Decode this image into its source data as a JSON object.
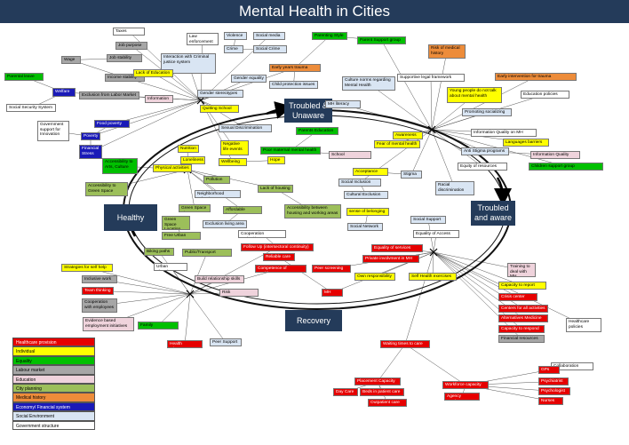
{
  "title": "Mental Health in Cities",
  "colors": {
    "red": "#e60000",
    "yellow": "#ffff00",
    "green": "#00c000",
    "gray": "#a6a6a6",
    "pink": "#efd3dc",
    "olive": "#9cbf5a",
    "orange": "#ed8c3a",
    "blue": "#1a1ab8",
    "lightblue": "#d9e5f3",
    "white": "#ffffff",
    "navy": "#243b5a"
  },
  "phases": {
    "troubled_unaware": "Troubled & Unaware",
    "troubled_aware": "Troubled and aware",
    "recovery": "Recovery",
    "healthy": "Healthy"
  },
  "legend": [
    {
      "label": "Healthcare provision",
      "color": "red"
    },
    {
      "label": "Individual",
      "color": "yellow"
    },
    {
      "label": "Equality",
      "color": "green"
    },
    {
      "label": "Labour market",
      "color": "gray"
    },
    {
      "label": "Education",
      "color": "pink"
    },
    {
      "label": "City planning",
      "color": "olive"
    },
    {
      "label": "Medical history",
      "color": "orange"
    },
    {
      "label": "Economy/ Financial system",
      "color": "blue"
    },
    {
      "label": "Social Environment",
      "color": "lightblue"
    },
    {
      "label": "Government structure",
      "color": "white"
    }
  ],
  "nodes": {
    "taxes": {
      "label": "Taxes",
      "color": "white"
    },
    "law_enforcement": {
      "label": "Law enforcement",
      "color": "white"
    },
    "violence": {
      "label": "Violence",
      "color": "lightblue"
    },
    "social_media": {
      "label": "Social media",
      "color": "lightblue"
    },
    "crime": {
      "label": "Crime",
      "color": "lightblue"
    },
    "social_crime": {
      "label": "Social Crime",
      "color": "lightblue"
    },
    "parenting_style": {
      "label": "Parenting Style",
      "color": "green"
    },
    "parent_support": {
      "label": "Parent Support group",
      "color": "green"
    },
    "risk_medical": {
      "label": "Risk of medical history",
      "color": "orange"
    },
    "job_purpose": {
      "label": "Job purpose",
      "color": "gray"
    },
    "job_stability": {
      "label": "Job stability",
      "color": "gray"
    },
    "wage": {
      "label": "Wage",
      "color": "gray"
    },
    "income_stability": {
      "label": "Income stability",
      "color": "gray"
    },
    "interaction_criminal": {
      "label": "Interaction with Criminal justice system",
      "color": "lightblue"
    },
    "early_trauma": {
      "label": "Early years trauma",
      "color": "orange"
    },
    "early_intervention": {
      "label": "Early intervention for trauma",
      "color": "orange"
    },
    "parental_leave": {
      "label": "Parental leave",
      "color": "green"
    },
    "welfare": {
      "label": "Welfare",
      "color": "blue"
    },
    "lack_education": {
      "label": "Lack of Education",
      "color": "yellow"
    },
    "gender_equality": {
      "label": "Gender equality",
      "color": "lightblue"
    },
    "child_protection": {
      "label": "Child protection issues",
      "color": "lightblue"
    },
    "culture_norms": {
      "label": "Culture norms regarding Mental Health",
      "color": "lightblue"
    },
    "supportive_legal": {
      "label": "Supportive legal framework",
      "color": "white"
    },
    "exclusion_labor": {
      "label": "Exclusion from Labor Market",
      "color": "gray"
    },
    "information": {
      "label": "Information",
      "color": "pink"
    },
    "gender_stereotypes": {
      "label": "Gender stereotypes",
      "color": "lightblue"
    },
    "young_people": {
      "label": "Young people do not talk about mental health",
      "color": "yellow"
    },
    "education_policies": {
      "label": "Education policies",
      "color": "white"
    },
    "social_security": {
      "label": "Social Security System",
      "color": "white"
    },
    "quitting_school": {
      "label": "Quitting School",
      "color": "yellow"
    },
    "mh_literacy": {
      "label": "MH literacy",
      "color": "lightblue"
    },
    "promoting_socializing": {
      "label": "Promoting socializing",
      "color": "lightblue"
    },
    "gov_support": {
      "label": "Government support for Innovation",
      "color": "white"
    },
    "food_poverty": {
      "label": "Food poverty",
      "color": "blue"
    },
    "sexual_discrimination": {
      "label": "Sexual Discrimination",
      "color": "lightblue"
    },
    "parents_education": {
      "label": "Parents Education",
      "color": "green"
    },
    "info_quality_mh": {
      "label": "Information Quality on MH",
      "color": "white"
    },
    "poverty": {
      "label": "Poverty",
      "color": "blue"
    },
    "awareness": {
      "label": "Awareness",
      "color": "yellow"
    },
    "languages_barriers": {
      "label": "Languages barriers",
      "color": "yellow"
    },
    "financial_stress": {
      "label": "Financial Stress",
      "color": "blue"
    },
    "nutrition": {
      "label": "Nutrition",
      "color": "yellow"
    },
    "negative_life": {
      "label": "Negative life events",
      "color": "yellow"
    },
    "fear_mh": {
      "label": "Fear of mental health",
      "color": "yellow"
    },
    "anti_stigma": {
      "label": "Anti Stigma programs",
      "color": "lightblue"
    },
    "info_quality": {
      "label": "Information Quality",
      "color": "pink"
    },
    "loneliness": {
      "label": "Loneliness",
      "color": "yellow"
    },
    "poor_maternal": {
      "label": "Poor maternal mental health",
      "color": "green"
    },
    "school_env": {
      "label": "School environment",
      "color": "pink"
    },
    "accessibility_arts": {
      "label": "Accessibility to Arts, Culture",
      "color": "green"
    },
    "wellbeing": {
      "label": "Wellbeing",
      "color": "yellow"
    },
    "hope": {
      "label": "Hope",
      "color": "yellow"
    },
    "equity_resources": {
      "label": "Equity of resources",
      "color": "white"
    },
    "children_support": {
      "label": "Children support group",
      "color": "green"
    },
    "physical_activities": {
      "label": "Physical activities",
      "color": "yellow"
    },
    "acceptance": {
      "label": "Acceptance",
      "color": "yellow"
    },
    "stigma": {
      "label": "Stigma",
      "color": "lightblue"
    },
    "pollution": {
      "label": "Pollution",
      "color": "olive"
    },
    "social_inclusion": {
      "label": "Social Inclusion",
      "color": "lightblue"
    },
    "racial_discrimination": {
      "label": "Racial discrimination",
      "color": "lightblue"
    },
    "accessibility_green": {
      "label": "Accessibility to Green Space",
      "color": "olive"
    },
    "lack_housing": {
      "label": "Lack of housing",
      "color": "olive"
    },
    "neighborhood_cohesion": {
      "label": "Neighborhood cohesion",
      "color": "lightblue"
    },
    "cultural_exclusion": {
      "label": "Cultural Exclusion",
      "color": "lightblue"
    },
    "green_space_size": {
      "label": "Green Space Size",
      "color": "olive"
    },
    "affordable_housing": {
      "label": "Affordable housing",
      "color": "olive"
    },
    "accessibility_housing": {
      "label": "Accessibility between housing and working areas",
      "color": "olive"
    },
    "sense_belonging": {
      "label": "sense of belonging",
      "color": "yellow"
    },
    "green_space_location": {
      "label": "Green Space Location",
      "color": "olive"
    },
    "social_support": {
      "label": "Social Support",
      "color": "lightblue"
    },
    "exclusion_living": {
      "label": "Exclusion living area",
      "color": "lightblue"
    },
    "cooperation_authorities": {
      "label": "Cooperation authorities",
      "color": "white"
    },
    "social_network": {
      "label": "Social Network",
      "color": "lightblue"
    },
    "free_urban_space": {
      "label": "Free Urban Space",
      "color": "olive"
    },
    "equality_access": {
      "label": "Equality of Access",
      "color": "white"
    },
    "follow_up": {
      "label": "Follow Up (intersectoral continuity)",
      "color": "red"
    },
    "equality_services": {
      "label": "Equality of services",
      "color": "red"
    },
    "biking_paths": {
      "label": "Biking paths",
      "color": "olive"
    },
    "public_transport": {
      "label": "Public/Transport access",
      "color": "olive"
    },
    "reliable_care": {
      "label": "Reliable care",
      "color": "red"
    },
    "private_involvement": {
      "label": "Private involvment in MH",
      "color": "red"
    },
    "strategies_self_help": {
      "label": "Strategies for self help",
      "color": "yellow"
    },
    "urban_planning": {
      "label": "Urban planning",
      "color": "white"
    },
    "competence_workforce": {
      "label": "Competence of workforce",
      "color": "red"
    },
    "peer_screening": {
      "label": "Peer screening",
      "color": "red"
    },
    "training_mh": {
      "label": "Training to deal with MH",
      "color": "pink"
    },
    "inclusive_work": {
      "label": "Inclusive work",
      "color": "gray"
    },
    "build_relationship": {
      "label": "Build relationship skills",
      "color": "pink"
    },
    "own_responsibility": {
      "label": "Own responsibility",
      "color": "yellow"
    },
    "self_health": {
      "label": "Self Health exercises",
      "color": "yellow"
    },
    "capacity_report": {
      "label": "Capacity to report",
      "color": "yellow"
    },
    "team_thinking": {
      "label": "Team thinking",
      "color": "red"
    },
    "risk_management": {
      "label": "Risk management",
      "color": "pink"
    },
    "mh_team": {
      "label": "MH team",
      "color": "red"
    },
    "crisis_center": {
      "label": "Crisis center",
      "color": "red"
    },
    "cooperation_employees": {
      "label": "Cooperation with employees",
      "color": "gray"
    },
    "centers_activities": {
      "label": "Centers for all activities",
      "color": "red"
    },
    "alternatives_medicine": {
      "label": "Alternatives Medicine",
      "color": "red"
    },
    "evidence_based": {
      "label": "Evidence based employment initiatives",
      "color": "pink"
    },
    "capacity_respond": {
      "label": "Capacity to respond",
      "color": "red"
    },
    "healthcare_policies": {
      "label": "Healthcare policies",
      "color": "white"
    },
    "family_engagement": {
      "label": "Family Engagement",
      "color": "green"
    },
    "health_advocate": {
      "label": "Health advocate",
      "color": "red"
    },
    "peer_support": {
      "label": "Peer Support",
      "color": "lightblue"
    },
    "financial_resources": {
      "label": "Financial resources",
      "color": "gray"
    },
    "waiting_times": {
      "label": "Waiting times to care",
      "color": "red"
    },
    "collaboration": {
      "label": "Collaboration",
      "color": "white"
    },
    "gps": {
      "label": "GPs",
      "color": "red"
    },
    "placement_capacity": {
      "label": "Placement Capacity",
      "color": "red"
    },
    "workforce_capacity": {
      "label": "Workforce capacity",
      "color": "red"
    },
    "psychiatrist": {
      "label": "Psychiatrist",
      "color": "red"
    },
    "day_care": {
      "label": "Day Care",
      "color": "red"
    },
    "beds_inpatient": {
      "label": "Beds in patient care",
      "color": "red"
    },
    "psychologist": {
      "label": "Psychologist",
      "color": "red"
    },
    "outpatient_care": {
      "label": "Outpatient care",
      "color": "red"
    },
    "agency_workers": {
      "label": "Agency Workers",
      "color": "red"
    },
    "nurses": {
      "label": "Nurses",
      "color": "red"
    }
  }
}
